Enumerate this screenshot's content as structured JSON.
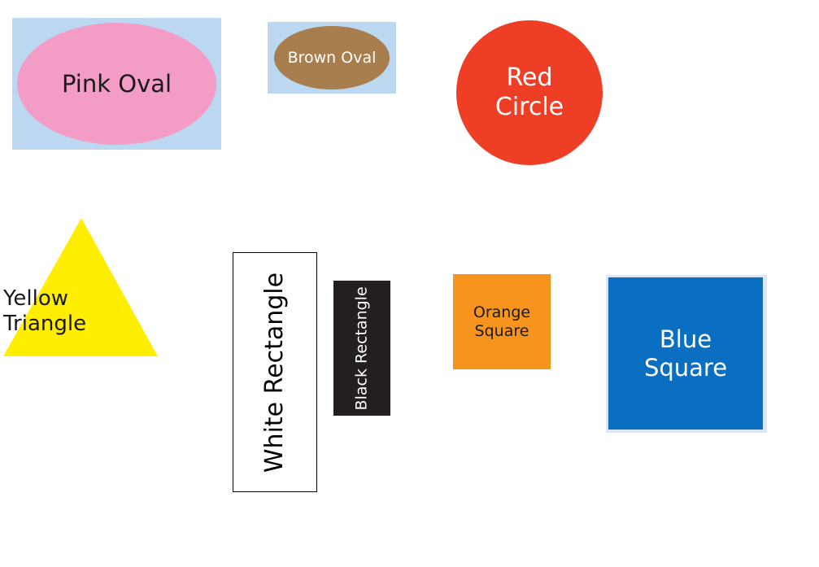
{
  "shapes": {
    "pink_oval": {
      "line1": "Pink Oval",
      "fill": "#f39cc6",
      "card": "#bcd8f1"
    },
    "brown_oval": {
      "line1": "Brown Oval",
      "fill": "#a87e4e",
      "card": "#bcd8f1"
    },
    "red_circle": {
      "line1": "Red",
      "line2": "Circle",
      "fill": "#ee3e25"
    },
    "yellow_triangle": {
      "line1": "Yellow",
      "line2": "Triangle",
      "fill": "#ffee00"
    },
    "white_rectangle": {
      "line1": "White Rectangle",
      "fill": "#ffffff"
    },
    "black_rectangle": {
      "line1": "Black Rectangle",
      "fill": "#231f20"
    },
    "orange_square": {
      "line1": "Orange",
      "line2": "Square",
      "fill": "#f7941d"
    },
    "blue_square": {
      "line1": "Blue",
      "line2": "Square",
      "fill": "#0a6fc1"
    }
  }
}
